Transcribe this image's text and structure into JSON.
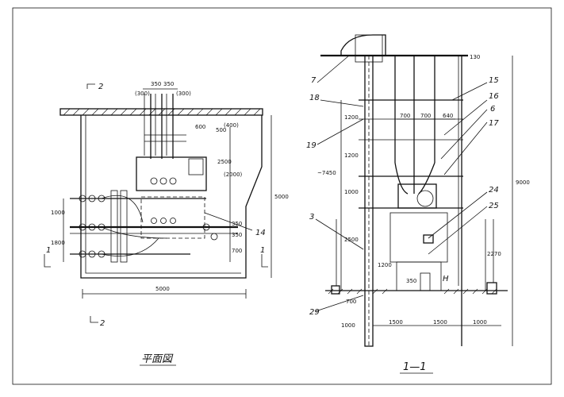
{
  "plan_view": {
    "caption": "平面図",
    "section_marks": [
      "1",
      "1",
      "2",
      "2"
    ],
    "dimensions": {
      "top_dims": [
        "350",
        "350",
        "(300)",
        "(300)"
      ],
      "right_dims": [
        "600",
        "500",
        "(400)",
        "2500",
        "(2000)",
        "350",
        "350",
        "700"
      ],
      "left_dims": [
        "1000",
        "1800"
      ],
      "overall_width": "5000",
      "overall_height": "5000"
    },
    "callouts": [
      "14"
    ]
  },
  "section_view": {
    "caption": "1—1",
    "callouts": [
      "7",
      "18",
      "19",
      "3",
      "29",
      "15",
      "16",
      "6",
      "17",
      "24",
      "25"
    ],
    "dimensions": {
      "top_right": "130",
      "spacing": [
        "700",
        "700",
        "640"
      ],
      "left_vertical": [
        "1200",
        "1200",
        "1000",
        "2500",
        "1200"
      ],
      "overall_left": "~7450",
      "overall_right": "9000",
      "right_height": "2270",
      "bottom_spans": [
        "1500",
        "1500",
        "1000"
      ],
      "below_grade": "1000",
      "grade_left": "700",
      "pad": "350",
      "h_label": "H"
    }
  }
}
